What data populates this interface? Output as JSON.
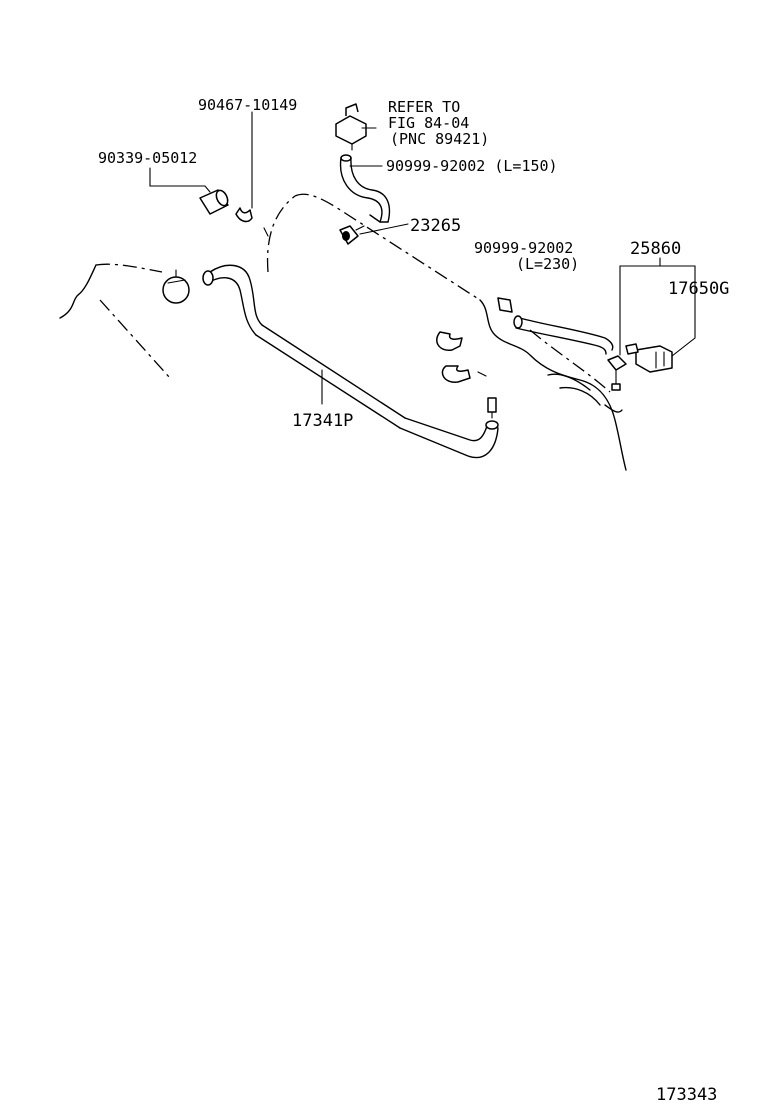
{
  "labels": {
    "refer_line1": "REFER TO",
    "refer_line2": "FIG 84-04",
    "refer_line3": "(PNC 89421)",
    "p90467": "90467-10149",
    "p90339": "90339-05012",
    "p90999a": "90999-92002 (L=150)",
    "p23265": "23265",
    "p90999b_line1": "90999-92002",
    "p90999b_line2": "(L=230)",
    "p25860": "25860",
    "p17650": "17650G",
    "p17341": "17341P",
    "figure_number": "173343"
  }
}
